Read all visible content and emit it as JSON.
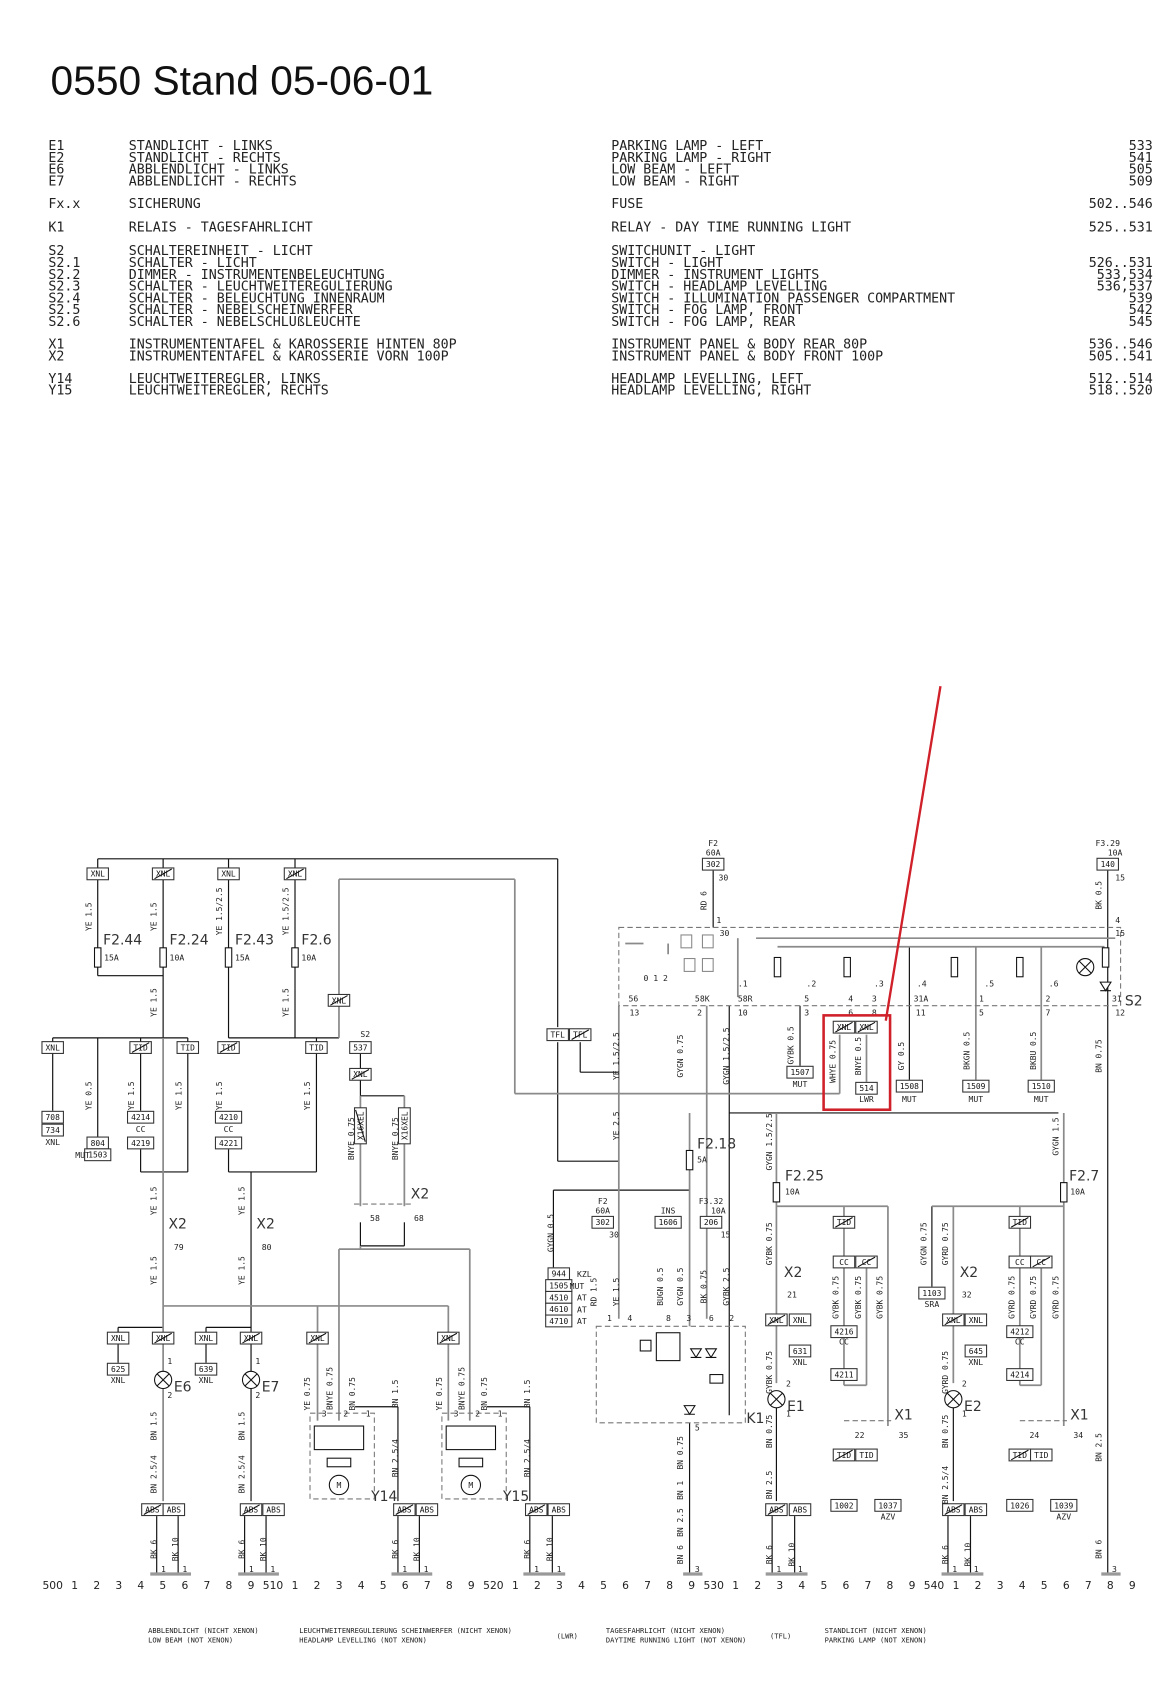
{
  "title": "0550 Stand 05-06-01",
  "highlight_color": "#d0202a",
  "legend": [
    {
      "code": "E1",
      "de": "STANDLICHT - LINKS",
      "en": "PARKING LAMP - LEFT",
      "ref": "533"
    },
    {
      "code": "E2",
      "de": "STANDLICHT - RECHTS",
      "en": "PARKING LAMP - RIGHT",
      "ref": "541"
    },
    {
      "code": "E6",
      "de": "ABBLENDLICHT - LINKS",
      "en": "LOW BEAM - LEFT",
      "ref": "505"
    },
    {
      "code": "E7",
      "de": "ABBLENDLICHT - RECHTS",
      "en": "LOW BEAM - RIGHT",
      "ref": "509"
    },
    {
      "code": "Fx.x",
      "de": "SICHERUNG",
      "en": "FUSE",
      "ref": "502..546"
    },
    {
      "code": "K1",
      "de": "RELAIS - TAGESFAHRLICHT",
      "en": "RELAY - DAY TIME RUNNING LIGHT",
      "ref": "525..531"
    },
    {
      "code": "S2",
      "de": "SCHALTEREINHEIT - LICHT",
      "en": "SWITCHUNIT - LIGHT",
      "ref": ""
    },
    {
      "code": "S2.1",
      "de": "SCHALTER - LICHT",
      "en": "SWITCH - LIGHT",
      "ref": "526..531"
    },
    {
      "code": "S2.2",
      "de": "DIMMER - INSTRUMENTENBELEUCHTUNG",
      "en": "DIMMER - INSTRUMENT LIGHTS",
      "ref": "533,534"
    },
    {
      "code": "S2.3",
      "de": "SCHALTER - LEUCHTWEITEREGULIERUNG",
      "en": "SWITCH - HEADLAMP LEVELLING",
      "ref": "536,537"
    },
    {
      "code": "S2.4",
      "de": "SCHALTER - BELEUCHTUNG INNENRAUM",
      "en": "SWITCH - ILLUMINATION PASSENGER COMPARTMENT",
      "ref": "539"
    },
    {
      "code": "S2.5",
      "de": "SCHALTER - NEBELSCHEINWERFER",
      "en": "SWITCH - FOG LAMP, FRONT",
      "ref": "542"
    },
    {
      "code": "S2.6",
      "de": "SCHALTER - NEBELSCHLUßLEUCHTE",
      "en": "SWITCH - FOG LAMP, REAR",
      "ref": "545"
    },
    {
      "code": "X1",
      "de": "INSTRUMENTENTAFEL & KAROSSERIE HINTEN 80P",
      "en": "INSTRUMENT PANEL & BODY REAR 80P",
      "ref": "536..546"
    },
    {
      "code": "X2",
      "de": "INSTRUMENTENTAFEL & KAROSSERIE VORN 100P",
      "en": "INSTRUMENT PANEL & BODY FRONT 100P",
      "ref": "505..541"
    },
    {
      "code": "Y14",
      "de": "LEUCHTWEITEREGLER, LINKS",
      "en": "HEADLAMP LEVELLING, LEFT",
      "ref": "512..514"
    },
    {
      "code": "Y15",
      "de": "LEUCHTWEITEREGLER, RECHTS",
      "en": "HEADLAMP LEVELLING, RIGHT",
      "ref": "518..520"
    }
  ],
  "diagram": {
    "big_labels": [
      "F2.44",
      "F2.24",
      "F2.43",
      "F2.6",
      "F2.18",
      "F2.25",
      "F2.7",
      "X2",
      "X2",
      "X2",
      "X2",
      "X2",
      "X1",
      "X1",
      "E6",
      "E7",
      "E1",
      "E2",
      "Y14",
      "Y15",
      "K1",
      "S2"
    ],
    "boxes": [
      "XNL",
      "XNL",
      "XNL",
      "XNL",
      "XNL",
      "XNL",
      "TID",
      "TID",
      "TID",
      "TID",
      "537",
      "XNL",
      "708",
      "734",
      "804",
      "1503",
      "4214",
      "4219",
      "4210",
      "4221",
      "X16XEL",
      "X16XEL",
      "TFL",
      "TFL",
      "302",
      "140",
      "1507",
      "XNL",
      "XNL",
      "514",
      "1508",
      "1509",
      "1510",
      "302",
      "1606",
      "206",
      "944",
      "1505",
      "4510",
      "4610",
      "4710",
      "XNL",
      "XNL",
      "631",
      "TID",
      "CC",
      "CC",
      "4216",
      "4211",
      "1103",
      "XNL",
      "XNL",
      "645",
      "TID",
      "CC",
      "CC",
      "4212",
      "4214",
      "TID",
      "TID",
      "1002",
      "1037",
      "TID",
      "TID",
      "1026",
      "1039",
      "XNL",
      "XNL",
      "XNL",
      "XNL",
      "XNL",
      "XNL",
      "625",
      "639",
      "ABS",
      "ABS",
      "ABS",
      "ABS",
      "ABS",
      "ABS",
      "ABS",
      "ABS",
      "ABS",
      "ABS",
      "ABS",
      "ABS"
    ],
    "wire_labels": [
      "YE 1.5",
      "YE 1.5",
      "YE 1.5/2.5",
      "YE 1.5/2.5",
      "YE 1.5",
      "YE 1.5",
      "YE 0.5",
      "YE 1.5",
      "YE 1.5",
      "YE 1.5",
      "YE 1.5",
      "BNYE 0.75",
      "BNYE 0.75",
      "YE 1.5",
      "YE 1.5",
      "YE 1.5",
      "YE 1.5",
      "BN 1.5",
      "BN 2.5/4",
      "BN 1.5",
      "BN 2.5/4",
      "YE 0.75",
      "BNYE 0.75",
      "BN 0.75",
      "BN 1.5",
      "BN 2.5/4",
      "YE 0.75",
      "BNYE 0.75",
      "BN 0.75",
      "BN 1.5",
      "BN 2.5/4",
      "BK 6",
      "BK 10",
      "BK 6",
      "BK 10",
      "BK 6",
      "BK 10",
      "BK 6",
      "BK 10",
      "RD 6",
      "BK 0.5",
      "YE 1.5/2.5",
      "GYGN 0.75",
      "GYGN 1.5/2.5",
      "GYBK 0.5",
      "WHYE 0.75",
      "BNYE 0.5",
      "GY 0.5",
      "BKGN 0.5",
      "BKBU 0.5",
      "BN 0.75",
      "YE 2.5",
      "GYGN 0.5",
      "RD 1.5",
      "YE 1.5",
      "BUGN 0.5",
      "GYGN 0.5",
      "BK 0.75",
      "GYBK 2.5",
      "GYGN 1.5/2.5",
      "GYBK 0.75",
      "GYBK 0.75",
      "GYBK 0.75",
      "GYBK 0.75",
      "GYBK 0.75",
      "GYGN 0.75",
      "GYRD 0.75",
      "GYRD 0.75",
      "GYRD 0.75",
      "GYRD 0.75",
      "GYRD 0.75",
      "GYGN 1.5",
      "BN 0.75",
      "BN 1",
      "BN 2.5",
      "BN 6",
      "BN 0.75",
      "BN 2.5",
      "BK 6",
      "BK 10",
      "BN 0.75",
      "BN 2.5/4",
      "BK 6",
      "BK 10",
      "BN 2.5",
      "BN 6"
    ],
    "small_labels": [
      "15A",
      "10A",
      "15A",
      "10A",
      "F2",
      "60A",
      "30",
      "1",
      "30",
      "F3.29",
      "10A",
      "15",
      "4",
      "15",
      "0 1 2",
      ".1",
      ".2",
      ".3",
      ".4",
      ".5",
      ".6",
      "56",
      "58K",
      "58R",
      "5",
      "4",
      "3",
      "31A",
      "1",
      "2",
      "31",
      "13",
      "2",
      "10",
      "3",
      "6",
      "8",
      "11",
      "5",
      "7",
      "12",
      "S2",
      "XNL",
      "MUT",
      "CC",
      "CC",
      "MUT",
      "LWR",
      "MUT",
      "MUT",
      "MUT",
      "79",
      "80",
      "58",
      "68",
      "5A",
      "10A",
      "10A",
      "F2",
      "60A",
      "INS",
      "F3.32",
      "10A",
      "30",
      "15",
      "KZL",
      "MUT",
      "AT",
      "AT",
      "AT",
      "1",
      "4",
      "8",
      "3",
      "6",
      "2",
      "5",
      "21",
      "XNL",
      "CC",
      "SRA",
      "32",
      "XNL",
      "CC",
      "2",
      "1",
      "2",
      "1",
      "1",
      "2",
      "1",
      "2",
      "22",
      "35",
      "24",
      "34",
      "AZV",
      "AZV",
      "XNL",
      "XNL",
      "3",
      "2",
      "1",
      "3",
      "2",
      "1",
      "1",
      "1",
      "1",
      "1",
      "1",
      "1",
      "1",
      "1",
      "3",
      "1",
      "1",
      "1",
      "1",
      "3",
      "M",
      "M"
    ]
  },
  "ruler": [
    "500",
    "1",
    "2",
    "3",
    "4",
    "5",
    "6",
    "7",
    "8",
    "9",
    "510",
    "1",
    "2",
    "3",
    "4",
    "5",
    "6",
    "7",
    "8",
    "9",
    "520",
    "1",
    "2",
    "3",
    "4",
    "5",
    "6",
    "7",
    "8",
    "9",
    "530",
    "1",
    "2",
    "3",
    "4",
    "5",
    "6",
    "7",
    "8",
    "9",
    "540",
    "1",
    "2",
    "3",
    "4",
    "5",
    "6",
    "7",
    "8",
    "9"
  ],
  "captions": [
    {
      "de": "ABBLENDLICHT (NICHT XENON)",
      "en": "LOW BEAM (NOT XENON)",
      "abbr": ""
    },
    {
      "de": "LEUCHTWEITENREGULIERUNG SCHEINWERFER (NICHT XENON)",
      "en": "HEADLAMP LEVELLING (NOT XENON)",
      "abbr": "(LWR)"
    },
    {
      "de": "TAGESFAHRLICHT (NICHT XENON)",
      "en": "DAYTIME RUNNING LIGHT (NOT XENON)",
      "abbr": "(TFL)"
    },
    {
      "de": "STANDLICHT (NICHT XENON)",
      "en": "PARKING LAMP (NOT XENON)",
      "abbr": ""
    }
  ]
}
